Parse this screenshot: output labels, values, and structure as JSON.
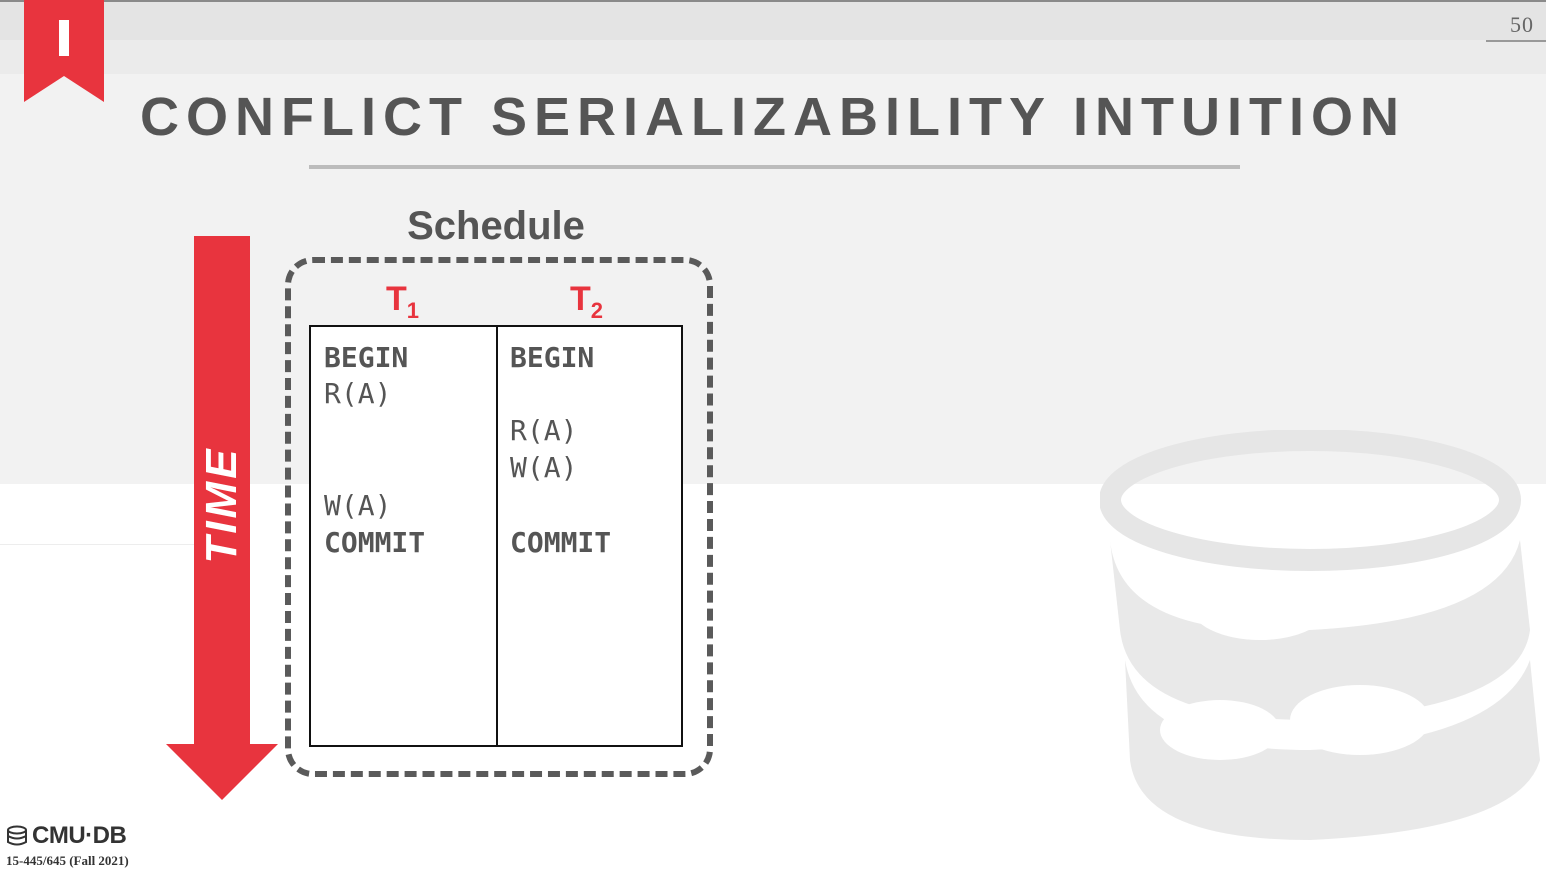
{
  "page_number": "50",
  "title": "CONFLICT SERIALIZABILITY INTUITION",
  "time_label": "TIME",
  "schedule": {
    "label": "Schedule",
    "t1": {
      "letter": "T",
      "subscript": "1"
    },
    "t2": {
      "letter": "T",
      "subscript": "2"
    },
    "t1_ops": [
      "BEGIN",
      "R(A)",
      "W(A)",
      "COMMIT"
    ],
    "t2_ops": [
      "BEGIN",
      "R(A)",
      "W(A)",
      "COMMIT"
    ]
  },
  "footer": {
    "brand": "CMU·DB",
    "course": "15-445/645 (Fall 2021)"
  },
  "colors": {
    "accent_red": "#e8343e",
    "text_gray": "#555555"
  }
}
